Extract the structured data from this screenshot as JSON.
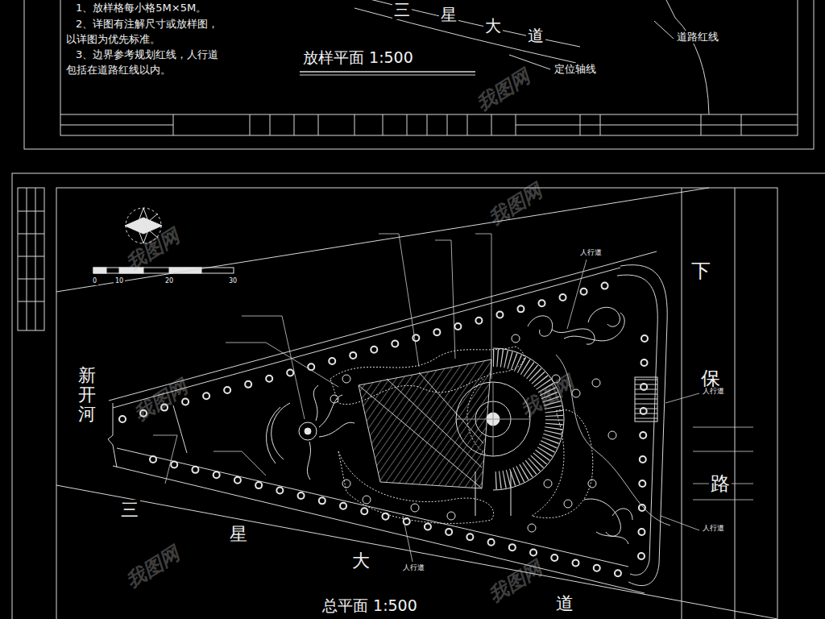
{
  "diagram": {
    "title": "总平面 1:500",
    "labels": [
      "1、放样格每小格5M×5M。",
      "2、详图有注解尺寸或放样图，",
      "以详图为优先标准。",
      "3、边界参考规划红线，人行道",
      "包括在道路红线以内。",
      "三",
      "星",
      "大",
      "道",
      "道路红线",
      "定位轴线",
      "放样平面 1:500",
      "新开河",
      "三",
      "星",
      "大",
      "道",
      "下",
      "保",
      "路",
      "0",
      "10",
      "20",
      "30",
      "人行道",
      "人行道",
      "人行道",
      "人行道",
      "我图网",
      "我图网",
      "我图网",
      "我图网",
      "我图网",
      "我图网",
      "我图网"
    ]
  }
}
